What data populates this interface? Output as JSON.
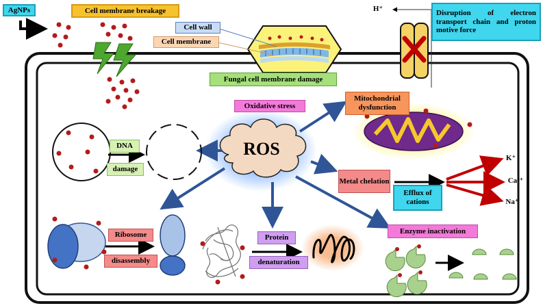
{
  "labels": {
    "agnps": "AgNPs",
    "cell_membrane_breakage": "Cell membrane breakage",
    "cell_wall": "Cell wall",
    "cell_membrane": "Cell membrane",
    "fungal_damage": "Fungal cell membrane damage",
    "h_plus": "H⁺",
    "electron_transport": "Disruption of electron transport chain and proton motive force",
    "oxidative_stress": "Oxidative stress",
    "ros": "ROS",
    "mitochondrial": "Mitochondrial dysfunction",
    "dna": "DNA",
    "damage": "damage",
    "metal_chelation": "Metal chelation",
    "efflux": "Efflux of cations",
    "k_ion": "K⁺",
    "ca_ion": "Ca²⁺",
    "na_ion": "Na⁺",
    "ribosome": "Ribosome",
    "disassembly": "disassembly",
    "protein": "Protein",
    "denaturation": "denaturation",
    "enzyme_inactivation": "Enzyme inactivation"
  },
  "colors": {
    "particle": "#b51a1a",
    "arrow": "#2f5597",
    "cell_border": "#111111",
    "ros_cloud": "#f4d9c2",
    "mito_body": "#6f2a8c",
    "mito_crista": "#f6c82b",
    "ion_arrow": "#c00000",
    "ribosome_dark": "#4472c4",
    "ribosome_light": "#a9c2e8",
    "enzyme": "#a9d18e"
  }
}
